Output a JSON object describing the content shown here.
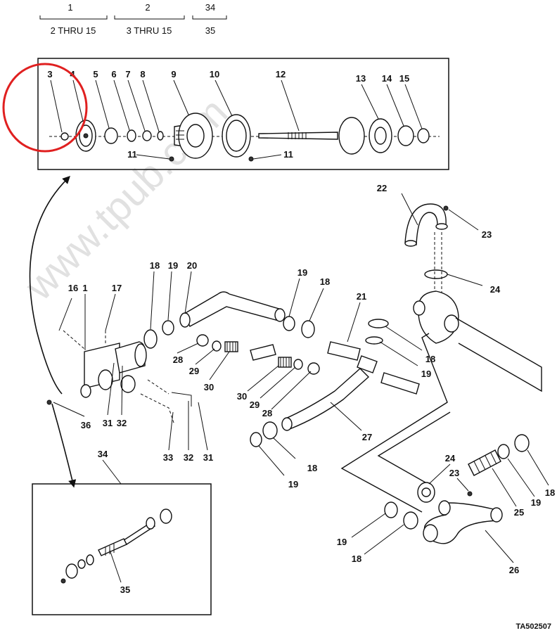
{
  "header": {
    "columns": [
      {
        "index": "1",
        "range": "2 THRU 15"
      },
      {
        "index": "2",
        "range": "3 THRU 15"
      },
      {
        "index": "34",
        "range": "35"
      }
    ]
  },
  "watermark": "www.tpub.com",
  "figure_code": "TA502507",
  "callouts": {
    "top": [
      "3",
      "4",
      "5",
      "6",
      "7",
      "8",
      "9",
      "10",
      "12",
      "13",
      "14",
      "15",
      "11",
      "11"
    ],
    "middle": [
      "22",
      "23",
      "24",
      "16",
      "1",
      "17",
      "18",
      "19",
      "20",
      "19",
      "18",
      "21",
      "18",
      "19",
      "28",
      "29",
      "30",
      "30",
      "29",
      "28",
      "27",
      "31",
      "32",
      "33",
      "32",
      "31",
      "36",
      "18",
      "19"
    ],
    "bottom": [
      "34",
      "35",
      "24",
      "23",
      "25",
      "19",
      "18",
      "19",
      "18",
      "26"
    ]
  },
  "highlight_color": "#e02020"
}
